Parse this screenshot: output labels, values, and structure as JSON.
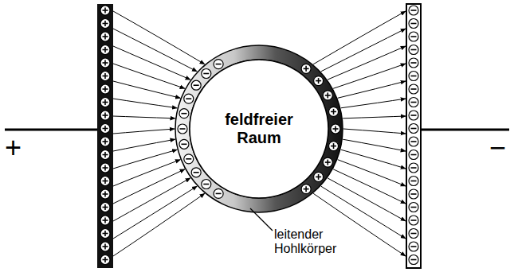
{
  "diagram": {
    "nodes": [
      {
        "text": [
          "feldfreier Raum"
        ]
      }
    ],
    "labels": [
      "+",
      "−",
      "leitender Hohlkörper"
    ]
  }
}
